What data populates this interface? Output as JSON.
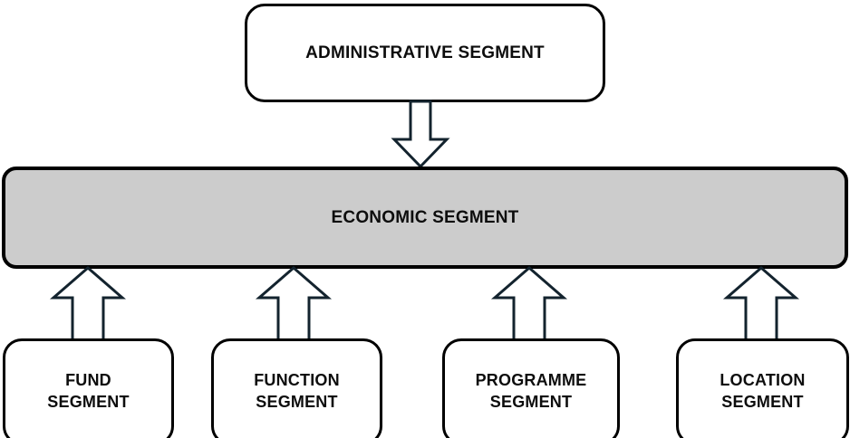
{
  "diagram": {
    "title": "Segment structure diagram",
    "colors": {
      "background": "#ffffff",
      "box_fill": "#ffffff",
      "box_border": "#000000",
      "highlight_fill": "#cccccc",
      "arrow_fill": "#ffffff",
      "arrow_stroke": "#13232e",
      "text": "#0d0d0d"
    },
    "nodes": {
      "administrative": {
        "label": "ADMINISTRATIVE SEGMENT",
        "fill": "#ffffff"
      },
      "economic": {
        "label": "ECONOMIC SEGMENT",
        "fill": "#cccccc"
      },
      "fund": {
        "label": "FUND\nSEGMENT",
        "fill": "#ffffff"
      },
      "function": {
        "label": "FUNCTION\nSEGMENT",
        "fill": "#ffffff"
      },
      "programme": {
        "label": "PROGRAMME\nSEGMENT",
        "fill": "#ffffff"
      },
      "location": {
        "label": "LOCATION\nSEGMENT",
        "fill": "#ffffff"
      }
    },
    "connectors": [
      {
        "name": "administrative-to-economic",
        "from": "administrative",
        "to": "economic",
        "direction": "down",
        "style": "hollow-block-arrow"
      },
      {
        "name": "fund-to-economic",
        "from": "fund",
        "to": "economic",
        "direction": "up",
        "style": "hollow-block-arrow"
      },
      {
        "name": "function-to-economic",
        "from": "function",
        "to": "economic",
        "direction": "up",
        "style": "hollow-block-arrow"
      },
      {
        "name": "programme-to-economic",
        "from": "programme",
        "to": "economic",
        "direction": "up",
        "style": "hollow-block-arrow"
      },
      {
        "name": "location-to-economic",
        "from": "location",
        "to": "economic",
        "direction": "up",
        "style": "hollow-block-arrow"
      }
    ]
  }
}
